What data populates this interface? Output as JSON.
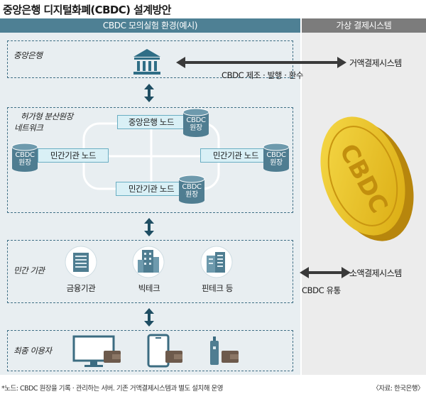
{
  "title": "중앙은행 디지털화폐(CBDC) 설계방안",
  "headers": {
    "left": "CBDC 모의실험 환경(예시)",
    "right": "가상 결제시스템"
  },
  "sections": {
    "central_bank": "중앙은행",
    "network": "허가형 분산원장\n네트워크",
    "private": "민간 기관",
    "end_user": "최종 이용자"
  },
  "nodes": {
    "central": "중앙은행 노드",
    "left": "민간기관 노드",
    "right": "민간기관 노드",
    "bottom": "민간기관 노드"
  },
  "ledger": {
    "line1": "CBDC",
    "line2": "원장"
  },
  "institutions": [
    "금융기관",
    "빅테크",
    "핀테크 등"
  ],
  "flows": {
    "issue": "CBDC 제조 · 발행 · 환수",
    "wholesale": "거액결제시스템",
    "retail": "소액결제시스템",
    "circulation": "CBDC 유통"
  },
  "coin_text": "CBDC",
  "footnote": "*노드: CBDC 원장을 기록 · 관리하는 서버. 기존 거액결제시스템과 별도 설치해 운영",
  "source": "〈자료: 한국은행〉",
  "colors": {
    "header_left": "#4e8094",
    "header_right": "#7c7c7c",
    "panel_left": "#e8eef1",
    "panel_right": "#ececec",
    "cylinder": "#4f7d91",
    "coin": "#e8bd1e"
  }
}
